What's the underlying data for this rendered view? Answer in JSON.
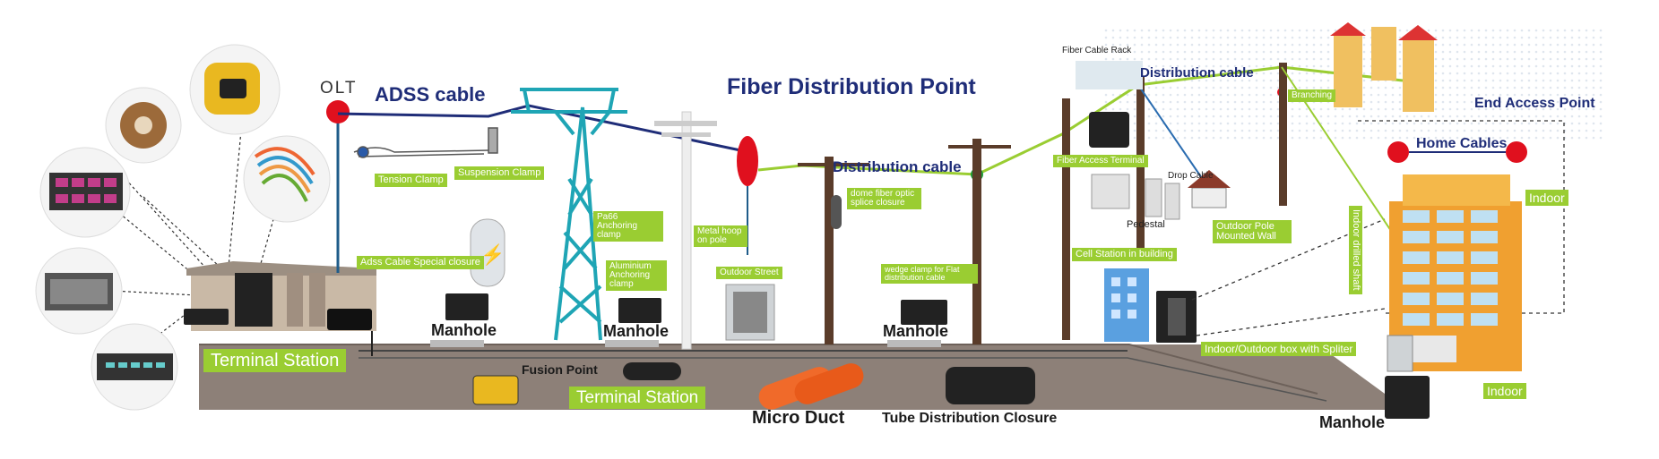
{
  "labels": {
    "olt": "OLT",
    "adss_cable": "ADSS cable",
    "fiber_distribution_point": "Fiber Distribution Point",
    "distribution_cable_1": "Distribution cable",
    "distribution_cable_2": "Distribution cable",
    "fiber_cable_rack": "Fiber Cable Rack",
    "end_access_point": "End Access Point",
    "home_cables": "Home Cables",
    "tension_clamp": "Tension Clamp",
    "suspension_clamp": "Suspension Clamp",
    "pa66_anchoring_clamp": "Pa66 Anchoring clamp",
    "metal_hoop": "Metal hoop on pole",
    "aluminium_anchoring_clamp": "Aluminium Anchoring clamp",
    "adss_cable_special_closure": "Adss Cable Special closure",
    "outdoor_street": "Outdoor Street",
    "dome_closure": "dome fiber optic splice closure",
    "wedge_clamp": "wedge clamp for Flat distribution cable",
    "fiber_access_terminal": "Fiber Access Terminal",
    "drop_cable": "Drop Cable",
    "pedestal": "Pedestal",
    "outdoor_pole_mounted_wall": "Outdoor Pole Mounted Wall",
    "cell_station_in_building": "Cell Station in building",
    "branching": "Branching",
    "indoor_drilled_shaft": "Indoor drilled shaft",
    "indoor_right": "Indoor",
    "indoor_bottom": "Indoor",
    "indoor_outdoor_box": "Indoor/Outdoor box with Spliter",
    "terminal_station_1": "Terminal Station",
    "terminal_station_2": "Terminal Station",
    "manhole_1": "Manhole",
    "manhole_2": "Manhole",
    "manhole_3": "Manhole",
    "manhole_4": "Manhole",
    "fusion_point": "Fusion Point",
    "micro_duct": "Micro Duct",
    "tube_distribution_closure": "Tube Distribution Closure"
  },
  "colors": {
    "cable_green": "#9acd32",
    "cable_navy": "#1f2d78",
    "tower_teal": "#1fa5b5",
    "ground": "#8d8078",
    "red_marker": "#e0101e",
    "building_orange": "#f0a030"
  }
}
